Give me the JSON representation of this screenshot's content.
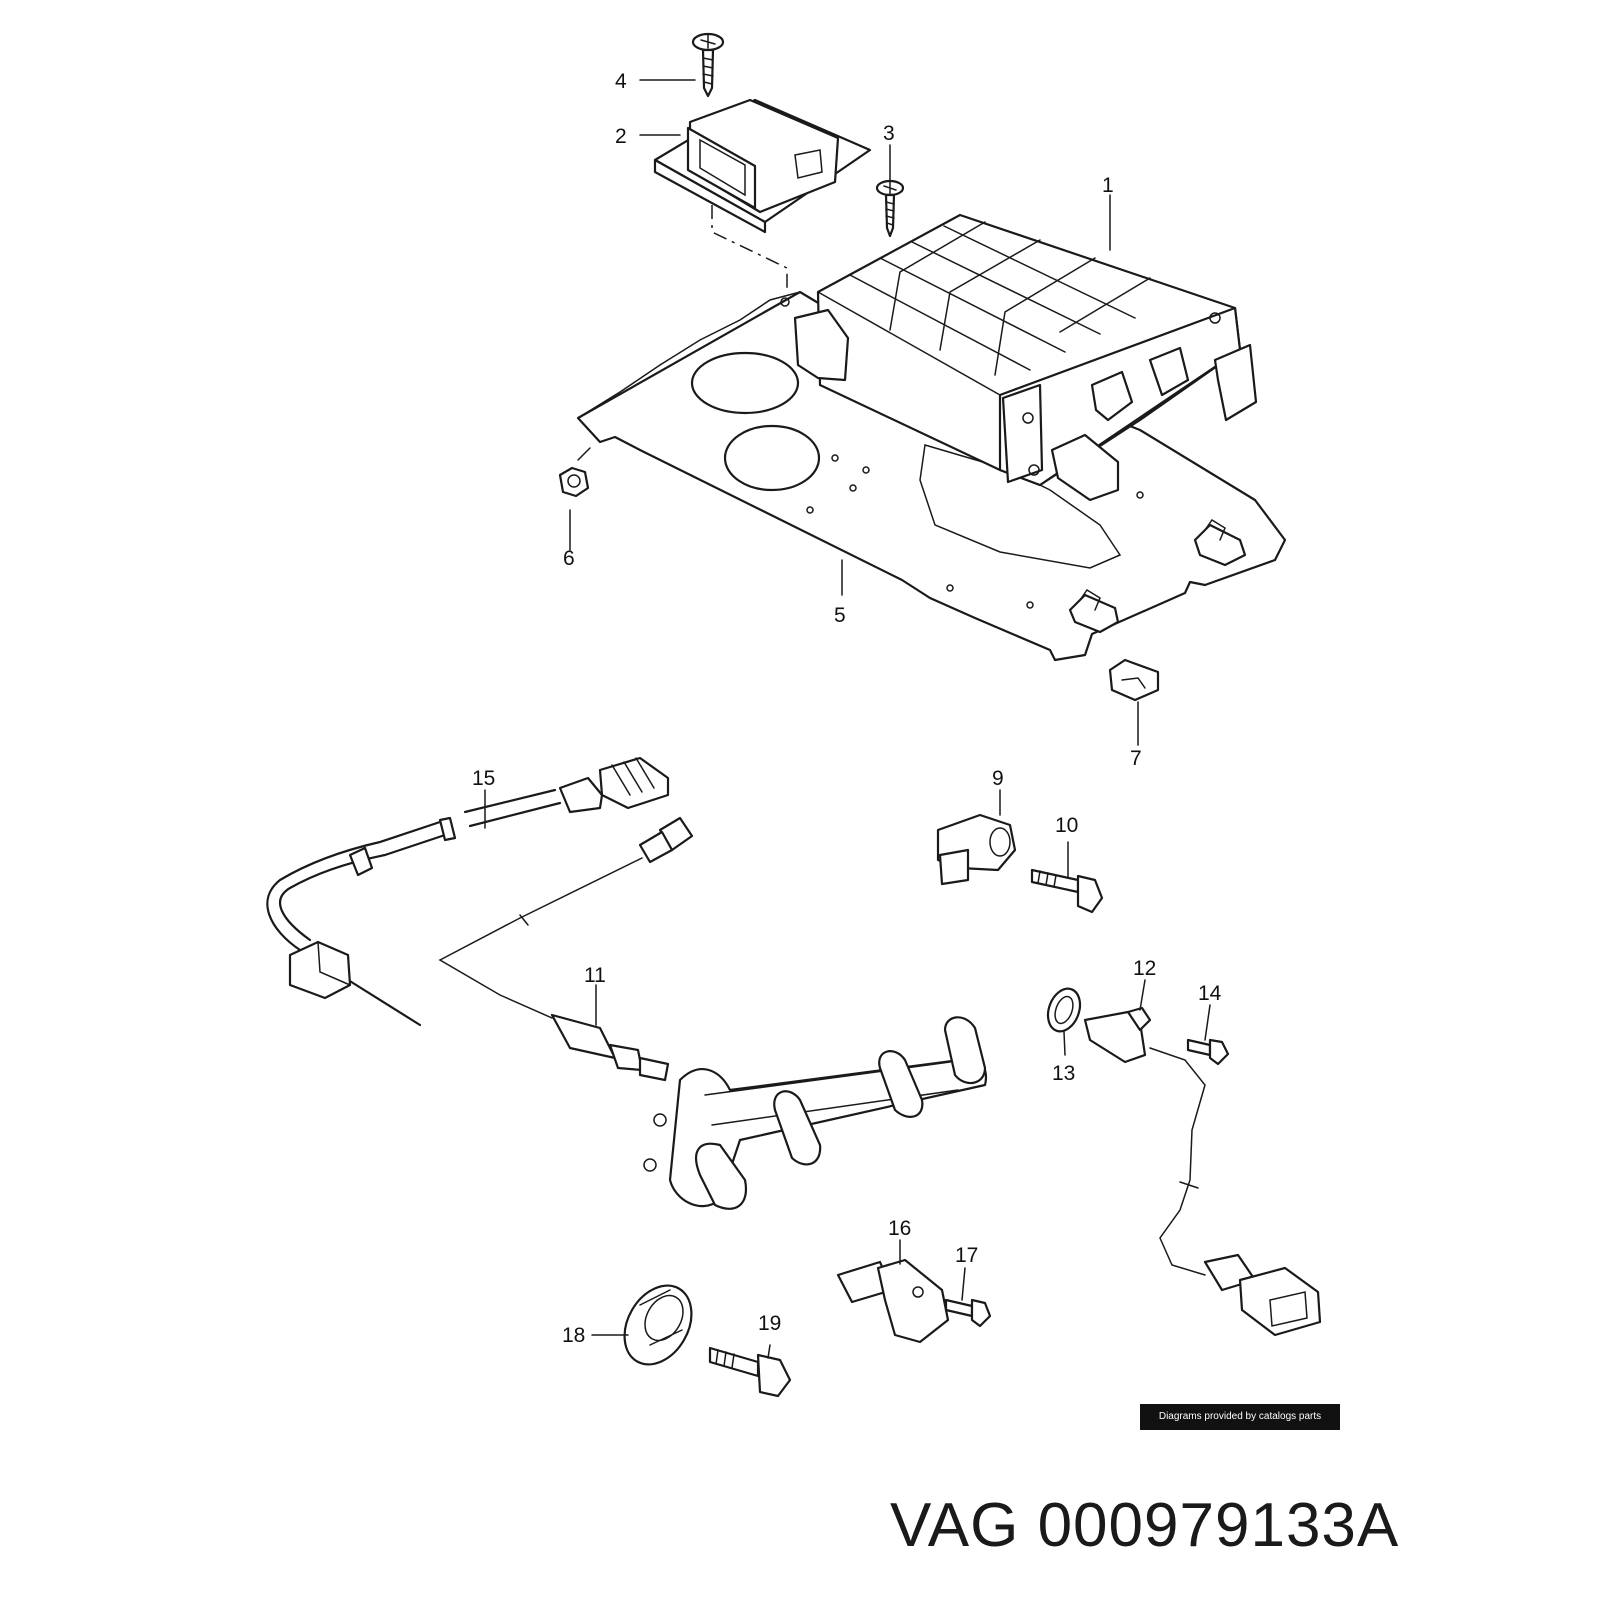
{
  "diagram": {
    "callouts": [
      "1",
      "2",
      "3",
      "4",
      "5",
      "6",
      "7",
      "9",
      "10",
      "11",
      "12",
      "13",
      "14",
      "15",
      "16",
      "17",
      "18",
      "19"
    ]
  },
  "footer": {
    "credit": "Diagrams provided by catalogs parts",
    "brand": "VAG",
    "part_number": "000979133A"
  }
}
